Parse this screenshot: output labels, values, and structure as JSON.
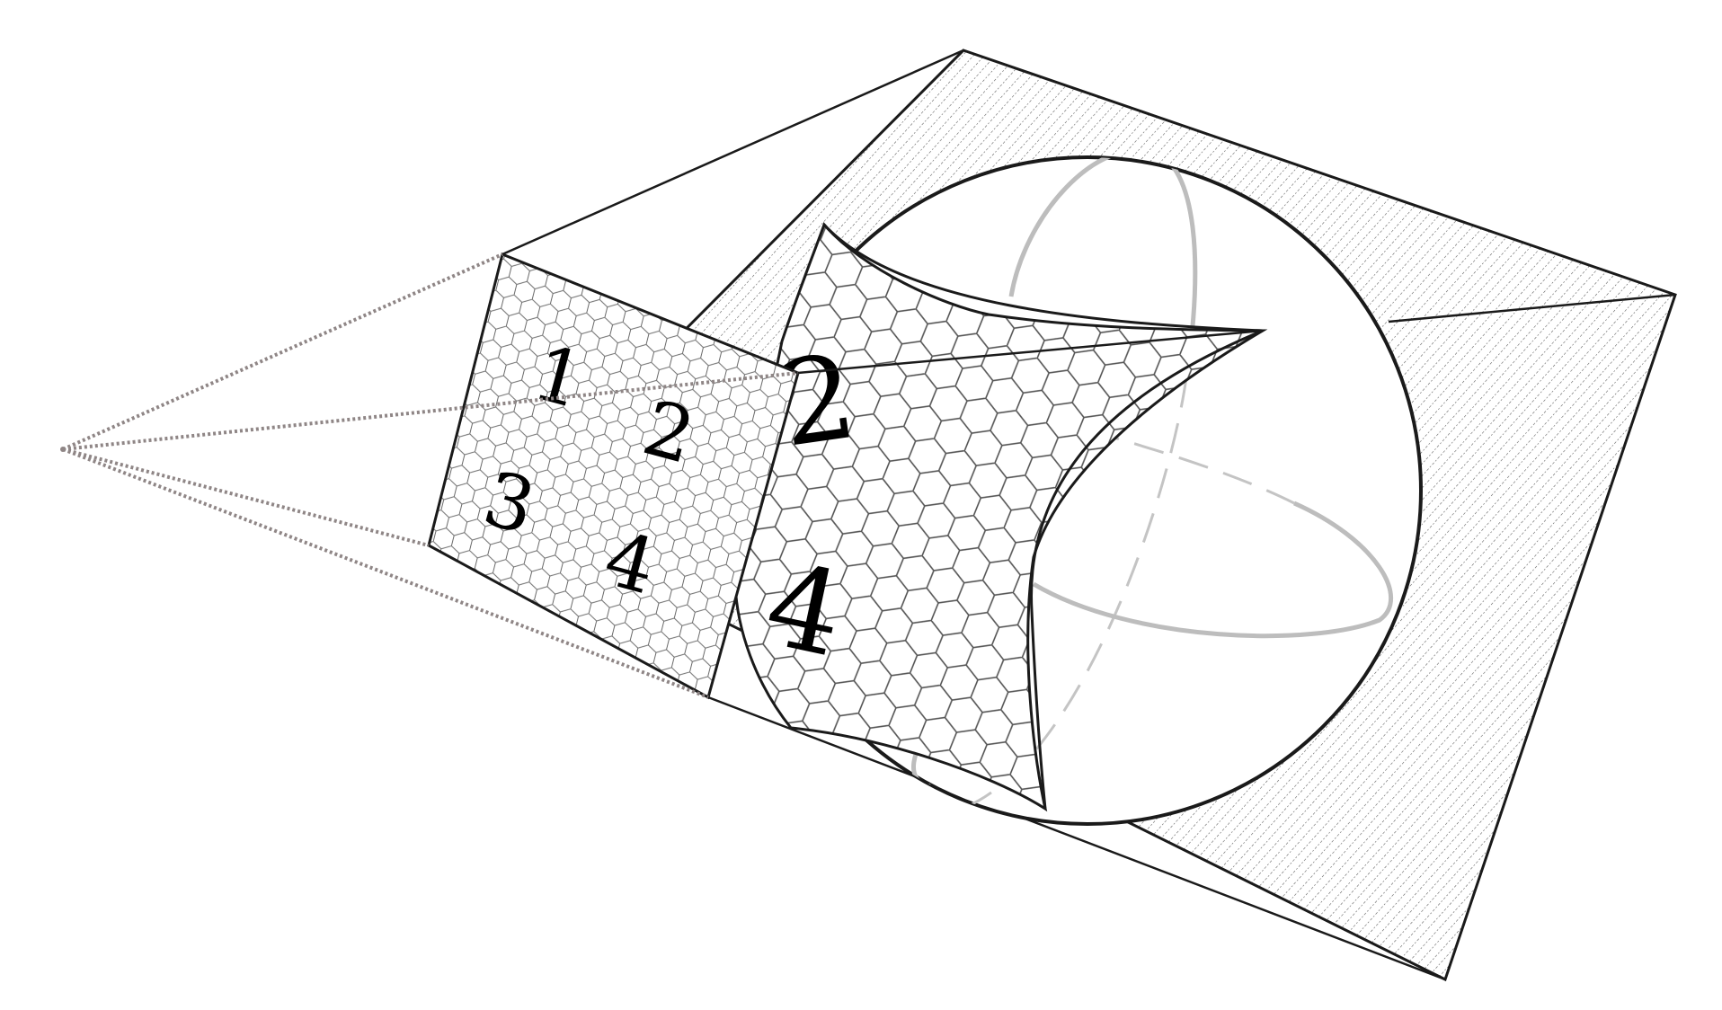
{
  "diagram": {
    "flat_patch_labels": [
      "1",
      "2",
      "3",
      "4"
    ],
    "curved_patch_labels": [
      "2",
      "4"
    ],
    "colors": {
      "stroke": "#1a1a1a",
      "projection_rays": "#8f8686",
      "sphere_great_circles": "#bdbdbd",
      "hatch": "#555555",
      "lattice": "#5a5a5a",
      "background": "#ffffff"
    }
  }
}
